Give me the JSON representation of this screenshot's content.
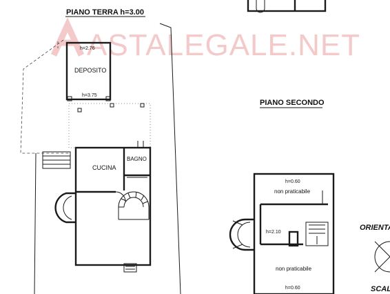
{
  "watermark": "ASTALEGALE.NET",
  "ground_floor": {
    "title": "PIANO TERRA h=3.00",
    "rooms": {
      "deposito": "DEPOSITO",
      "cucina": "CUCINA",
      "bagno": "BAGNO"
    },
    "heights": {
      "deposito_top": "h=2.76",
      "deposito_bottom": "h=3.75"
    }
  },
  "second_floor": {
    "title": "PIANO SECONDO",
    "heights": {
      "top": "h=0.60",
      "middle": "h=2.10",
      "bottom": "h=0.60"
    },
    "areas": {
      "top": "non praticabile",
      "bottom": "non praticabile"
    }
  },
  "side_labels": {
    "orientation": "ORIENTA",
    "scale": "SCALA"
  },
  "colors": {
    "line": "#1a1a1a",
    "watermark": "#f3c9c9",
    "background": "#ffffff"
  }
}
